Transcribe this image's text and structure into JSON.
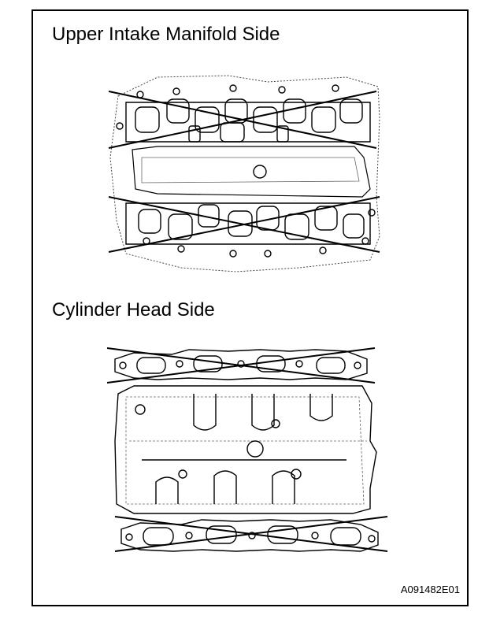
{
  "figure": {
    "upper_section_label": "Upper Intake Manifold Side",
    "lower_section_label": "Cylinder Head Side",
    "illustration_code": "A091482E01"
  },
  "colors": {
    "line": "#000000",
    "faint_line": "#666666",
    "background": "#ffffff"
  }
}
